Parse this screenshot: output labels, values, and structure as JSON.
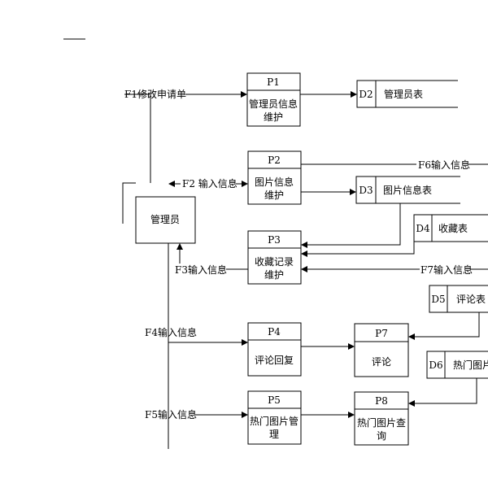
{
  "admin": {
    "label": "管理员"
  },
  "processes": [
    {
      "id": "P1",
      "lines": [
        "管理员信息",
        "维护"
      ]
    },
    {
      "id": "P2",
      "lines": [
        "图片信息",
        "维护"
      ]
    },
    {
      "id": "P3",
      "lines": [
        "收藏记录",
        "维护"
      ]
    },
    {
      "id": "P4",
      "lines": [
        "评论回复"
      ]
    },
    {
      "id": "P5",
      "lines": [
        "热门图片管",
        "理"
      ]
    },
    {
      "id": "P7",
      "lines": [
        "评论"
      ]
    },
    {
      "id": "P8",
      "lines": [
        "热门图片查",
        "询"
      ]
    }
  ],
  "stores": [
    {
      "id": "D2",
      "name": "管理员表"
    },
    {
      "id": "D3",
      "name": "图片信息表"
    },
    {
      "id": "D4",
      "name": "收藏表"
    },
    {
      "id": "D5",
      "name": "评论表"
    },
    {
      "id": "D6",
      "name": "热门图片"
    }
  ],
  "flows": {
    "f1": "F1修改申请单",
    "f2": "F2 输入信息",
    "f3": "F3输入信息",
    "f4": "F4输入信息",
    "f5": "F5输入信息",
    "f6": "F6输入信息",
    "f7": "F7输入信息"
  }
}
